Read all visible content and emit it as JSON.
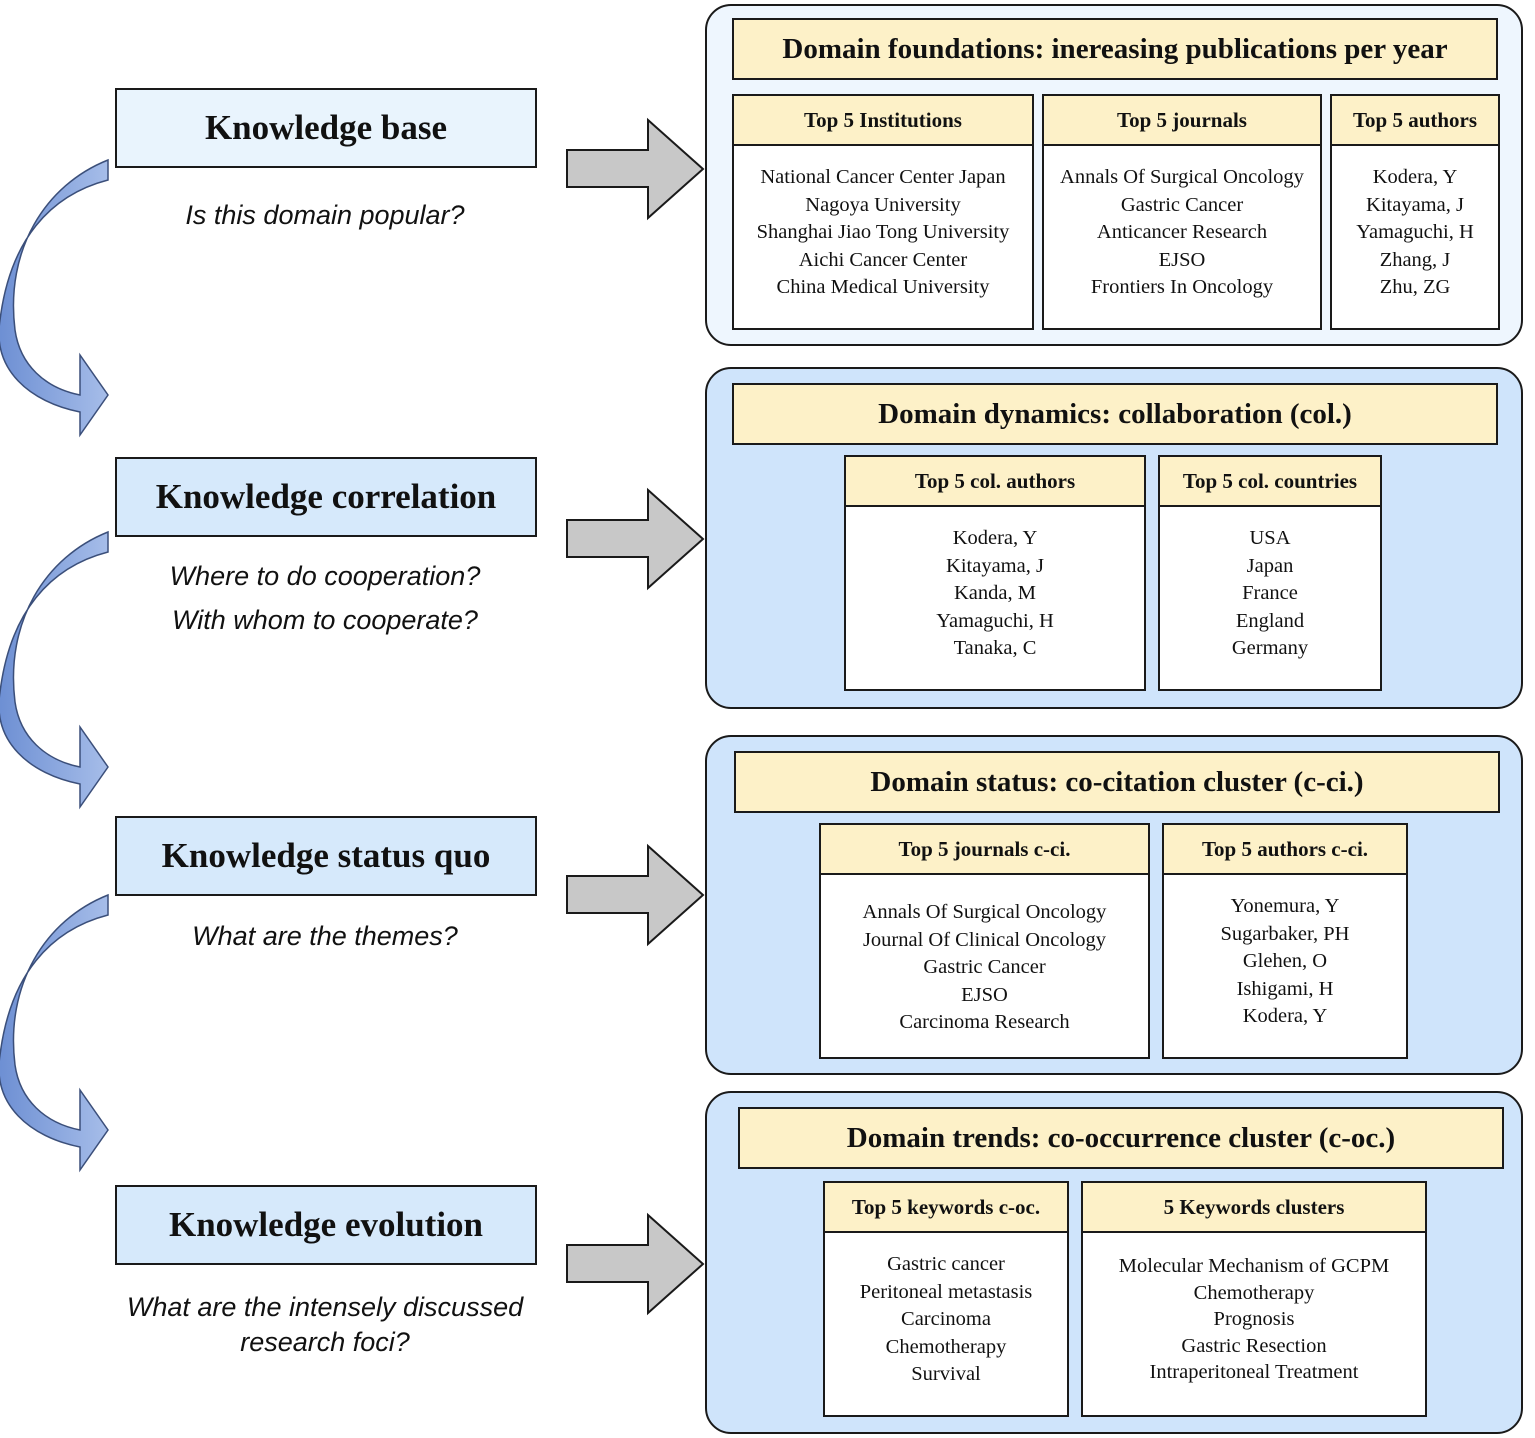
{
  "stages": [
    {
      "title": "Knowledge base",
      "questions": [
        "Is this domain popular?"
      ]
    },
    {
      "title": "Knowledge correlation",
      "questions": [
        "Where to do cooperation?",
        "With whom to cooperate?"
      ]
    },
    {
      "title": "Knowledge status quo",
      "questions": [
        "What are the themes?"
      ]
    },
    {
      "title": "Knowledge evolution",
      "questions": [
        "What are the intensely discussed",
        "research foci?"
      ]
    }
  ],
  "panels": [
    {
      "title": "Domain foundations: inereasing publications per year",
      "lists": [
        {
          "header": "Top 5 Institutions",
          "items": [
            "National Cancer Center Japan",
            "Nagoya University",
            "Shanghai Jiao Tong University",
            "Aichi Cancer Center",
            "China Medical University"
          ]
        },
        {
          "header": "Top 5 journals",
          "items": [
            "Annals Of Surgical Oncology",
            "Gastric Cancer",
            "Anticancer Research",
            "EJSO",
            "Frontiers In Oncology"
          ]
        },
        {
          "header": "Top 5 authors",
          "items": [
            "Kodera, Y",
            "Kitayama, J",
            "Yamaguchi, H",
            "Zhang, J",
            "Zhu, ZG"
          ]
        }
      ]
    },
    {
      "title": "Domain dynamics: collaboration (col.)",
      "lists": [
        {
          "header": "Top 5 col. authors",
          "items": [
            "Kodera, Y",
            "Kitayama, J",
            "Kanda, M",
            "Yamaguchi, H",
            "Tanaka, C"
          ]
        },
        {
          "header": "Top 5 col. countries",
          "items": [
            "USA",
            "Japan",
            "France",
            "England",
            "Germany"
          ]
        }
      ]
    },
    {
      "title": "Domain status: co-citation cluster (c-ci.)",
      "lists": [
        {
          "header": "Top 5 journals c-ci.",
          "items": [
            "Annals Of Surgical Oncology",
            "Journal Of Clinical Oncology",
            "Gastric Cancer",
            "EJSO",
            "Carcinoma Research"
          ]
        },
        {
          "header": "Top 5 authors c-ci.",
          "items": [
            "Yonemura, Y",
            "Sugarbaker, PH",
            "Glehen, O",
            "Ishigami, H",
            "Kodera, Y"
          ]
        }
      ]
    },
    {
      "title": "Domain trends: co-occurrence cluster (c-oc.)",
      "lists": [
        {
          "header": "Top 5 keywords c-oc.",
          "items": [
            "Gastric cancer",
            "Peritoneal metastasis",
            "Carcinoma",
            "Chemotherapy",
            "Survival"
          ]
        },
        {
          "header": "5 Keywords clusters",
          "items": [
            "Molecular Mechanism of GCPM",
            "Chemotherapy",
            "Prognosis",
            "Gastric Resection",
            "Intraperitoneal Treatment"
          ]
        }
      ]
    }
  ],
  "colors": {
    "curved_arrow": "#7f9fdc",
    "block_arrow": "#c8c8c8",
    "title_fill": "#fdf1c8",
    "stage_fill": "#e9f4fd",
    "panel_fill": "#cfe4fb"
  }
}
